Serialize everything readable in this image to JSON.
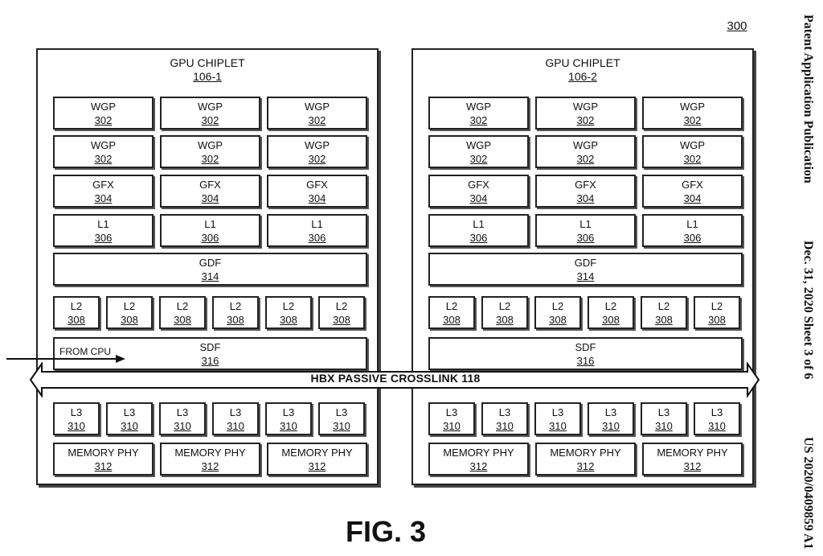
{
  "header": {
    "figure_ref": "300",
    "side_left": "Patent Application Publication",
    "side_middle": "Dec. 31, 2020  Sheet 3 of 6",
    "side_right": "US 2020/0409859 A1"
  },
  "chiplets": [
    {
      "title": "GPU CHIPLET",
      "number": "106-1",
      "wgp_row1": [
        {
          "label": "WGP",
          "num": "302"
        },
        {
          "label": "WGP",
          "num": "302"
        },
        {
          "label": "WGP",
          "num": "302"
        }
      ],
      "wgp_row2": [
        {
          "label": "WGP",
          "num": "302"
        },
        {
          "label": "WGP",
          "num": "302"
        },
        {
          "label": "WGP",
          "num": "302"
        }
      ],
      "gfx": [
        {
          "label": "GFX",
          "num": "304"
        },
        {
          "label": "GFX",
          "num": "304"
        },
        {
          "label": "GFX",
          "num": "304"
        }
      ],
      "l1": [
        {
          "label": "L1",
          "num": "306"
        },
        {
          "label": "L1",
          "num": "306"
        },
        {
          "label": "L1",
          "num": "306"
        }
      ],
      "gdf": {
        "label": "GDF",
        "num": "314"
      },
      "l2": [
        {
          "label": "L2",
          "num": "308"
        },
        {
          "label": "L2",
          "num": "308"
        },
        {
          "label": "L2",
          "num": "308"
        },
        {
          "label": "L2",
          "num": "308"
        },
        {
          "label": "L2",
          "num": "308"
        },
        {
          "label": "L2",
          "num": "308"
        }
      ],
      "sdf": {
        "label": "SDF",
        "num": "316"
      },
      "l3": [
        {
          "label": "L3",
          "num": "310"
        },
        {
          "label": "L3",
          "num": "310"
        },
        {
          "label": "L3",
          "num": "310"
        },
        {
          "label": "L3",
          "num": "310"
        },
        {
          "label": "L3",
          "num": "310"
        },
        {
          "label": "L3",
          "num": "310"
        }
      ],
      "memphy": [
        {
          "label": "MEMORY PHY",
          "num": "312"
        },
        {
          "label": "MEMORY PHY",
          "num": "312"
        },
        {
          "label": "MEMORY PHY",
          "num": "312"
        }
      ]
    },
    {
      "title": "GPU CHIPLET",
      "number": "106-2",
      "wgp_row1": [
        {
          "label": "WGP",
          "num": "302"
        },
        {
          "label": "WGP",
          "num": "302"
        },
        {
          "label": "WGP",
          "num": "302"
        }
      ],
      "wgp_row2": [
        {
          "label": "WGP",
          "num": "302"
        },
        {
          "label": "WGP",
          "num": "302"
        },
        {
          "label": "WGP",
          "num": "302"
        }
      ],
      "gfx": [
        {
          "label": "GFX",
          "num": "304"
        },
        {
          "label": "GFX",
          "num": "304"
        },
        {
          "label": "GFX",
          "num": "304"
        }
      ],
      "l1": [
        {
          "label": "L1",
          "num": "306"
        },
        {
          "label": "L1",
          "num": "306"
        },
        {
          "label": "L1",
          "num": "306"
        }
      ],
      "gdf": {
        "label": "GDF",
        "num": "314"
      },
      "l2": [
        {
          "label": "L2",
          "num": "308"
        },
        {
          "label": "L2",
          "num": "308"
        },
        {
          "label": "L2",
          "num": "308"
        },
        {
          "label": "L2",
          "num": "308"
        },
        {
          "label": "L2",
          "num": "308"
        },
        {
          "label": "L2",
          "num": "308"
        }
      ],
      "sdf": {
        "label": "SDF",
        "num": "316"
      },
      "l3": [
        {
          "label": "L3",
          "num": "310"
        },
        {
          "label": "L3",
          "num": "310"
        },
        {
          "label": "L3",
          "num": "310"
        },
        {
          "label": "L3",
          "num": "310"
        },
        {
          "label": "L3",
          "num": "310"
        },
        {
          "label": "L3",
          "num": "310"
        }
      ],
      "memphy": [
        {
          "label": "MEMORY PHY",
          "num": "312"
        },
        {
          "label": "MEMORY PHY",
          "num": "312"
        },
        {
          "label": "MEMORY PHY",
          "num": "312"
        }
      ]
    }
  ],
  "from_cpu": "FROM CPU",
  "crosslink_label": "HBX PASSIVE CROSSLINK 118",
  "figure_caption": "FIG. 3"
}
